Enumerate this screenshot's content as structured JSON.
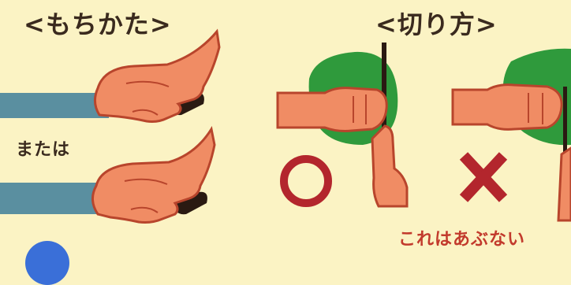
{
  "headings": {
    "how_to_hold": "<もちかた>",
    "how_to_cut": "<切り方>"
  },
  "labels": {
    "or": "または",
    "dangerous": "これはあぶない"
  },
  "marks": {
    "correct": "circle-mark",
    "wrong": "cross-mark"
  },
  "colors": {
    "background": "#fbf3c4",
    "skin": "#f08c64",
    "skin_outline": "#b8452c",
    "sleeve": "#5a8fa0",
    "knife_handle": "#2a1a12",
    "cutting_object": "#2f9a3c",
    "mark_red": "#b3262d",
    "warning_text": "#c23a2c"
  }
}
